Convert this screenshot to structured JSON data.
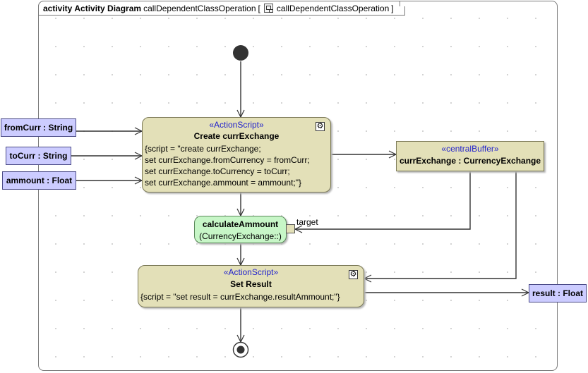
{
  "frame": {
    "kind": "activity",
    "diagram_type": "Activity Diagram",
    "name": "callDependentClassOperation",
    "bracket_open": "[",
    "behavior_name": "callDependentClassOperation",
    "bracket_close": "]",
    "behavior_icon": "activity-icon"
  },
  "params": {
    "from_curr": "fromCurr : String",
    "to_curr": "toCurr : String",
    "ammount": "ammount : Float",
    "result": "result : Float"
  },
  "create_action": {
    "stereotype": "«ActionScript»",
    "name": "Create currExchange",
    "body": "{script = \"create currExchange;\nset currExchange.fromCurrency = fromCurr;\nset currExchange.toCurrency = toCurr;\nset currExchange.ammount = ammount;\"}",
    "glyph": "settings-icon"
  },
  "buffer": {
    "stereotype": "«centralBuffer»",
    "name": "currExchange : CurrencyExchange"
  },
  "call_action": {
    "name": "calculateAmmount",
    "owner": "(CurrencyExchange::)",
    "pin_label": "target"
  },
  "result_action": {
    "stereotype": "«ActionScript»",
    "name": "Set Result",
    "body": "{script = \"set result = currExchange.resultAmmount;\"}",
    "glyph": "settings-icon"
  },
  "colors": {
    "action_fill": "#e3e0b8",
    "param_fill": "#ccccff",
    "call_fill": "#c7f6c7",
    "stereotype_text": "#2222cc"
  }
}
